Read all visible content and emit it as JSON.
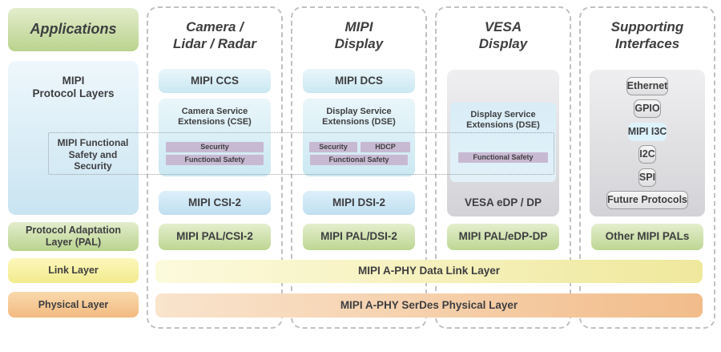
{
  "left_column": {
    "applications": "Applications",
    "protocol_layers": "MIPI\nProtocol Layers",
    "functional_safety": "MIPI Functional\nSafety and\nSecurity",
    "pal": "Protocol Adaptation\nLayer (PAL)",
    "link_layer": "Link Layer",
    "physical_layer": "Physical Layer"
  },
  "columns": {
    "camera": {
      "header": "Camera /\nLidar / Radar",
      "top_box": "MIPI CCS",
      "service_box": "Camera Service\nExtensions (CSE)",
      "security": "Security",
      "functional_safety": "Functional Safety",
      "protocol": "MIPI CSI-2",
      "pal": "MIPI PAL/CSI-2"
    },
    "display": {
      "header": "MIPI\nDisplay",
      "top_box": "MIPI DCS",
      "service_box": "Display Service\nExtensions (DSE)",
      "security": "Security",
      "hdcp": "HDCP",
      "functional_safety": "Functional Safety",
      "protocol": "MIPI DSI-2",
      "pal": "MIPI PAL/DSI-2"
    },
    "vesa": {
      "header": "VESA\nDisplay",
      "service_box": "Display Service\nExtensions (DSE)",
      "functional_safety": "Functional Safety",
      "protocol": "VESA eDP / DP",
      "pal": "MIPI PAL/eDP-DP"
    },
    "supporting": {
      "header": "Supporting\nInterfaces",
      "items": [
        "Ethernet",
        "GPIO",
        "MIPI I3C",
        "I2C",
        "SPI",
        "Future Protocols"
      ],
      "pal": "Other MIPI PALs"
    }
  },
  "spanning": {
    "data_link_layer": "MIPI A-PHY Data Link Layer",
    "serdes_physical_layer": "MIPI A-PHY SerDes Physical Layer"
  },
  "colors": {
    "green_accent": "#bcd48f",
    "blue_accent": "#cfe7f3",
    "purple_bar": "#c8b9d2",
    "yellow_layer": "#f3ec90",
    "orange_layer": "#f3ba80",
    "gray_box": "#d6d6da",
    "i3c_highlight": "#def2fb",
    "text": "#3e3e40"
  }
}
